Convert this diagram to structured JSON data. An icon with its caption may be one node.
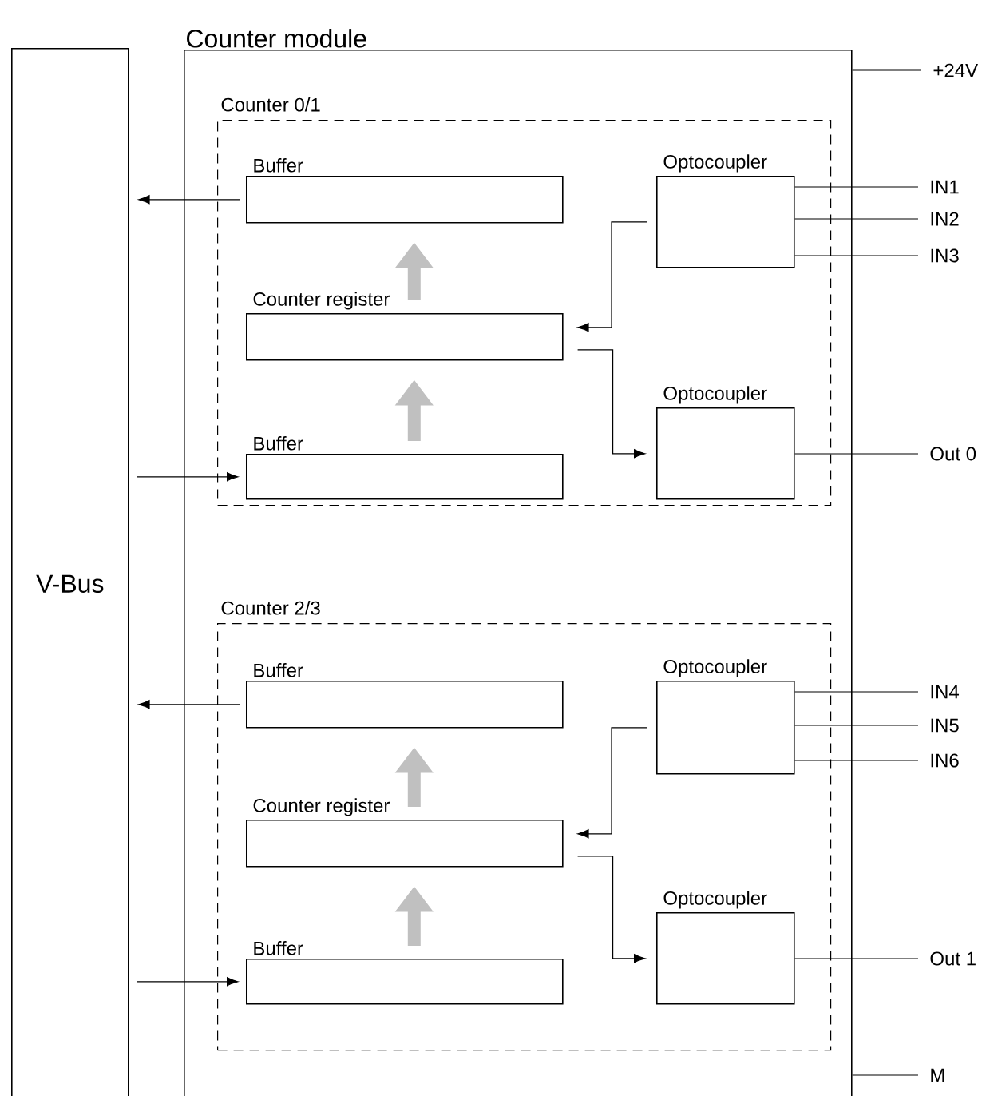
{
  "diagram": {
    "nodes": [
      {
        "text": [
          "V-Bus"
        ]
      },
      {
        "text": [
          "Counter module"
        ]
      },
      {
        "text": [
          "+24V"
        ]
      },
      {
        "text": [
          "Counter 0/1"
        ],
        "in": 1
      },
      {
        "text": [
          "Buffer"
        ],
        "in": 3
      },
      {
        "text": [
          "Optocoupler"
        ],
        "in": 3
      },
      {
        "text": [
          "Counter register"
        ],
        "in": 3
      },
      {
        "text": [
          "Buffer"
        ],
        "in": 3
      },
      {
        "text": [
          "Optocoupler"
        ],
        "in": 3
      },
      {
        "text": [
          "IN1"
        ]
      },
      {
        "text": [
          "IN2"
        ]
      },
      {
        "text": [
          "IN3"
        ]
      },
      {
        "text": [
          "Out 0"
        ]
      },
      {
        "text": [
          "Counter 2/3"
        ],
        "in": 1
      },
      {
        "text": [
          "Buffer"
        ],
        "in": 13
      },
      {
        "text": [
          "Optocoupler"
        ],
        "in": 13
      },
      {
        "text": [
          "Counter register"
        ],
        "in": 13
      },
      {
        "text": [
          "Buffer"
        ],
        "in": 13
      },
      {
        "text": [
          "Optocoupler"
        ],
        "in": 13
      },
      {
        "text": [
          "IN4"
        ]
      },
      {
        "text": [
          "IN5"
        ]
      },
      {
        "text": [
          "IN6"
        ]
      },
      {
        "text": [
          "Out 1"
        ]
      },
      {
        "text": [
          "M"
        ]
      }
    ],
    "edges": [
      {
        "from": 4,
        "to": 0,
        "arrow": "to"
      },
      {
        "from": 0,
        "to": 7,
        "arrow": "to"
      },
      {
        "from": 7,
        "to": 6,
        "arrow": "to",
        "style": "thick",
        "color": "#c0c0c0"
      },
      {
        "from": 6,
        "to": 4,
        "arrow": "to",
        "style": "thick",
        "color": "#c0c0c0"
      },
      {
        "from": 5,
        "to": 6,
        "arrow": "to"
      },
      {
        "from": 6,
        "to": 8,
        "arrow": "to"
      },
      {
        "from": 5,
        "to": 9,
        "arrow": "none"
      },
      {
        "from": 5,
        "to": 10,
        "arrow": "none"
      },
      {
        "from": 5,
        "to": 11,
        "arrow": "none"
      },
      {
        "from": 8,
        "to": 12,
        "arrow": "none"
      },
      {
        "from": 14,
        "to": 0,
        "arrow": "to"
      },
      {
        "from": 0,
        "to": 17,
        "arrow": "to"
      },
      {
        "from": 17,
        "to": 16,
        "arrow": "to",
        "style": "thick",
        "color": "#c0c0c0"
      },
      {
        "from": 16,
        "to": 14,
        "arrow": "to",
        "style": "thick",
        "color": "#c0c0c0"
      },
      {
        "from": 15,
        "to": 16,
        "arrow": "to"
      },
      {
        "from": 16,
        "to": 18,
        "arrow": "to"
      },
      {
        "from": 15,
        "to": 19,
        "arrow": "none"
      },
      {
        "from": 15,
        "to": 20,
        "arrow": "none"
      },
      {
        "from": 15,
        "to": 21,
        "arrow": "none"
      },
      {
        "from": 18,
        "to": 22,
        "arrow": "none"
      },
      {
        "from": 1,
        "to": 2,
        "arrow": "none"
      },
      {
        "from": 1,
        "to": 23,
        "arrow": "none"
      }
    ]
  }
}
